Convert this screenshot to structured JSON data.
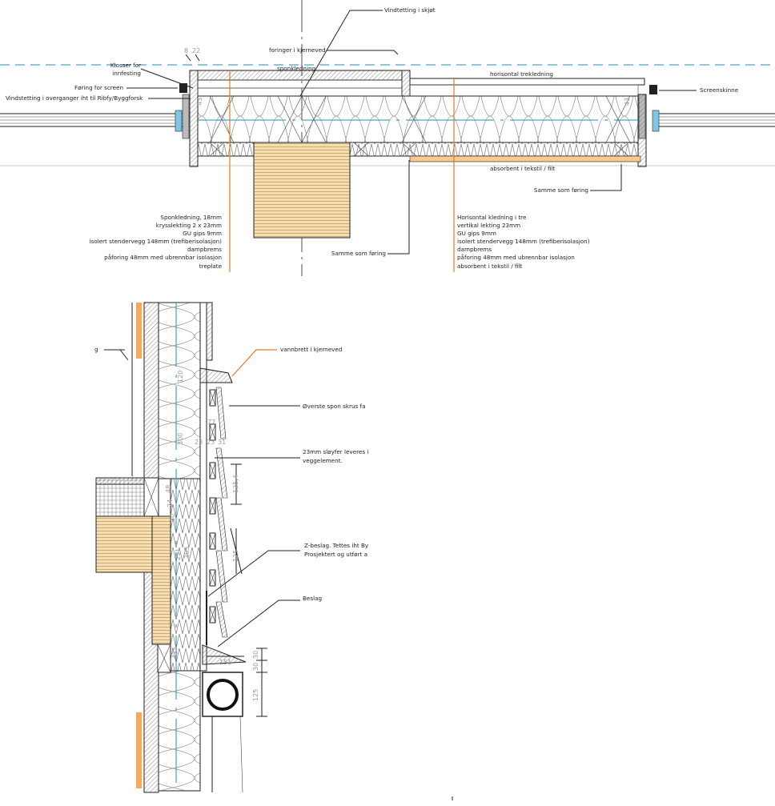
{
  "plan": {
    "labels": {
      "vindtetting_skjot": "Vindtetting i skjøt",
      "dim_8": "8",
      "dim_22": "22",
      "foringer": "foringer i kjerneved",
      "spon": "sponkledning",
      "horisontal": "horisontal trekledning",
      "klosser_1": "Klosser for",
      "klosser_2": "innfesting",
      "foring_screen": "Føring for screen",
      "vindstetting": "Vindstetting i overganger iht til Ribfy/Byggforsk",
      "screenskinne": "Screenskinne",
      "dim_43_left": "43",
      "dim_43_right": "43",
      "absorbent": "absorbent i tekstil / filt",
      "samme_right": "Samme som føring",
      "samme_mid": "Samme som føring"
    },
    "left_layers": [
      "Sponkledning, 18mm",
      "krysslekting 2 x 23mm",
      "GU gips 9mm",
      "isolert stendervegg 148mm (trefiberisolasjon)",
      "dampbrems",
      "påforing 48mm med ubrennbar isolasjon",
      "treplate"
    ],
    "right_layers": [
      "Horisontal kledning i tre",
      "vertikal lekting 23mm",
      "GU gips 9mm",
      "isolert stendervegg 148mm (trefiberisolasjon)",
      "dampbrems",
      "påforing 48mm med ubrennbar isolasjon",
      "absorbent i tekstil / filt"
    ]
  },
  "section": {
    "labels": {
      "g": "g",
      "vannbrett": "vannbrett i kjerneved",
      "overste_spon": "Øverste spon skrus fa",
      "sloyfer_1": "23mm sløyfer leveres i",
      "sloyfer_2": "veggelement.",
      "zbeslag_1": "Z-beslag. Tettes iht By",
      "zbeslag_2": "Prosjektert og utført a",
      "beslag": "Beslag"
    },
    "dims": {
      "d120": "120",
      "d77": "77",
      "d300": "300",
      "d23a": "23",
      "d23b": "23",
      "d31": "31",
      "d1254": "125,4",
      "d48": "48",
      "d24": "24",
      "d30": "30",
      "d251": "251",
      "d305": "305",
      "d125a": "125",
      "d425": "425",
      "d151": "151",
      "d30a": "30",
      "d30b": "30",
      "d125b": "125"
    }
  },
  "colors": {
    "accent": "#e07a2a",
    "wood": "#f7deb0",
    "blue": "#1a8fb5"
  }
}
